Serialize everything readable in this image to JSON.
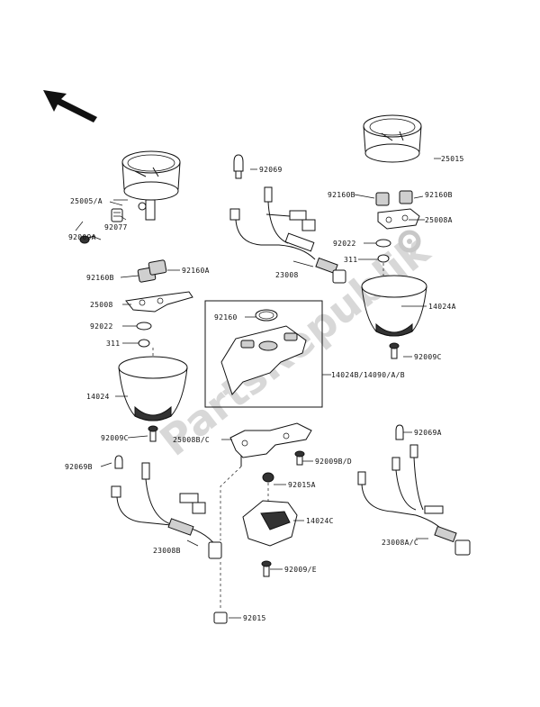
{
  "watermark": "PartsRepublik",
  "labels": {
    "p25005a": "25005/A",
    "p92009a": "92009A",
    "p92077": "92077",
    "p92069_top": "92069",
    "p25015": "25015",
    "p92160b_left_top": "92160B",
    "p92160b_right_top": "92160B",
    "p25008a": "25008A",
    "p92022_right": "92022",
    "p311_right": "311",
    "p23008": "23008",
    "p92160b_left": "92160B",
    "p92160a_left": "92160A",
    "p25008_left": "25008",
    "p92022_left": "92022",
    "p311_left": "311",
    "p92160": "92160",
    "p14024a": "14024A",
    "p92009c_right": "92009C",
    "p14024bset": "14024B/14090/A/B",
    "p14024": "14024",
    "p92009c_left": "92009C",
    "p25008bc": "25008B/C",
    "p92069b": "92069B",
    "p92009bd": "92009B/D",
    "p92015a": "92015A",
    "p92069a": "92069A",
    "p14024c": "14024C",
    "p23008b": "23008B",
    "p23008ac": "23008A/C",
    "p92009e": "92009/E",
    "p92015": "92015"
  }
}
